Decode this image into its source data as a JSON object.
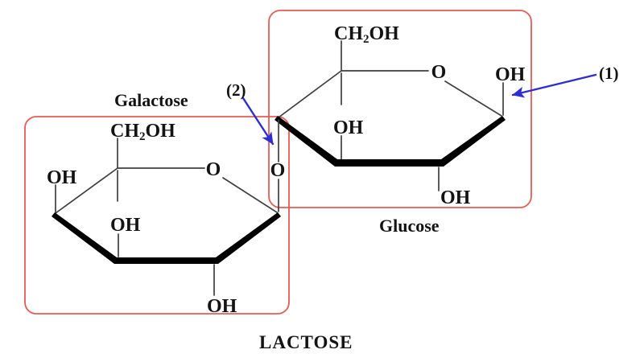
{
  "diagram": {
    "title": "LACTOSE",
    "units": {
      "galactose": {
        "label": "Galactose"
      },
      "glucose": {
        "label": "Glucose"
      }
    },
    "annotations": {
      "one": "(1)",
      "two": "(2)"
    },
    "atoms": {
      "oxygen": "O",
      "hydroxyl": "OH",
      "ch2oh": {
        "ch": "CH",
        "sub": "2",
        "oh": "OH"
      }
    },
    "colors": {
      "box_red": "#ea5a50",
      "blue": "#2e2ed6",
      "bond": "#3f3f3f",
      "bold_bond": "#000000",
      "text": "#131313"
    }
  }
}
